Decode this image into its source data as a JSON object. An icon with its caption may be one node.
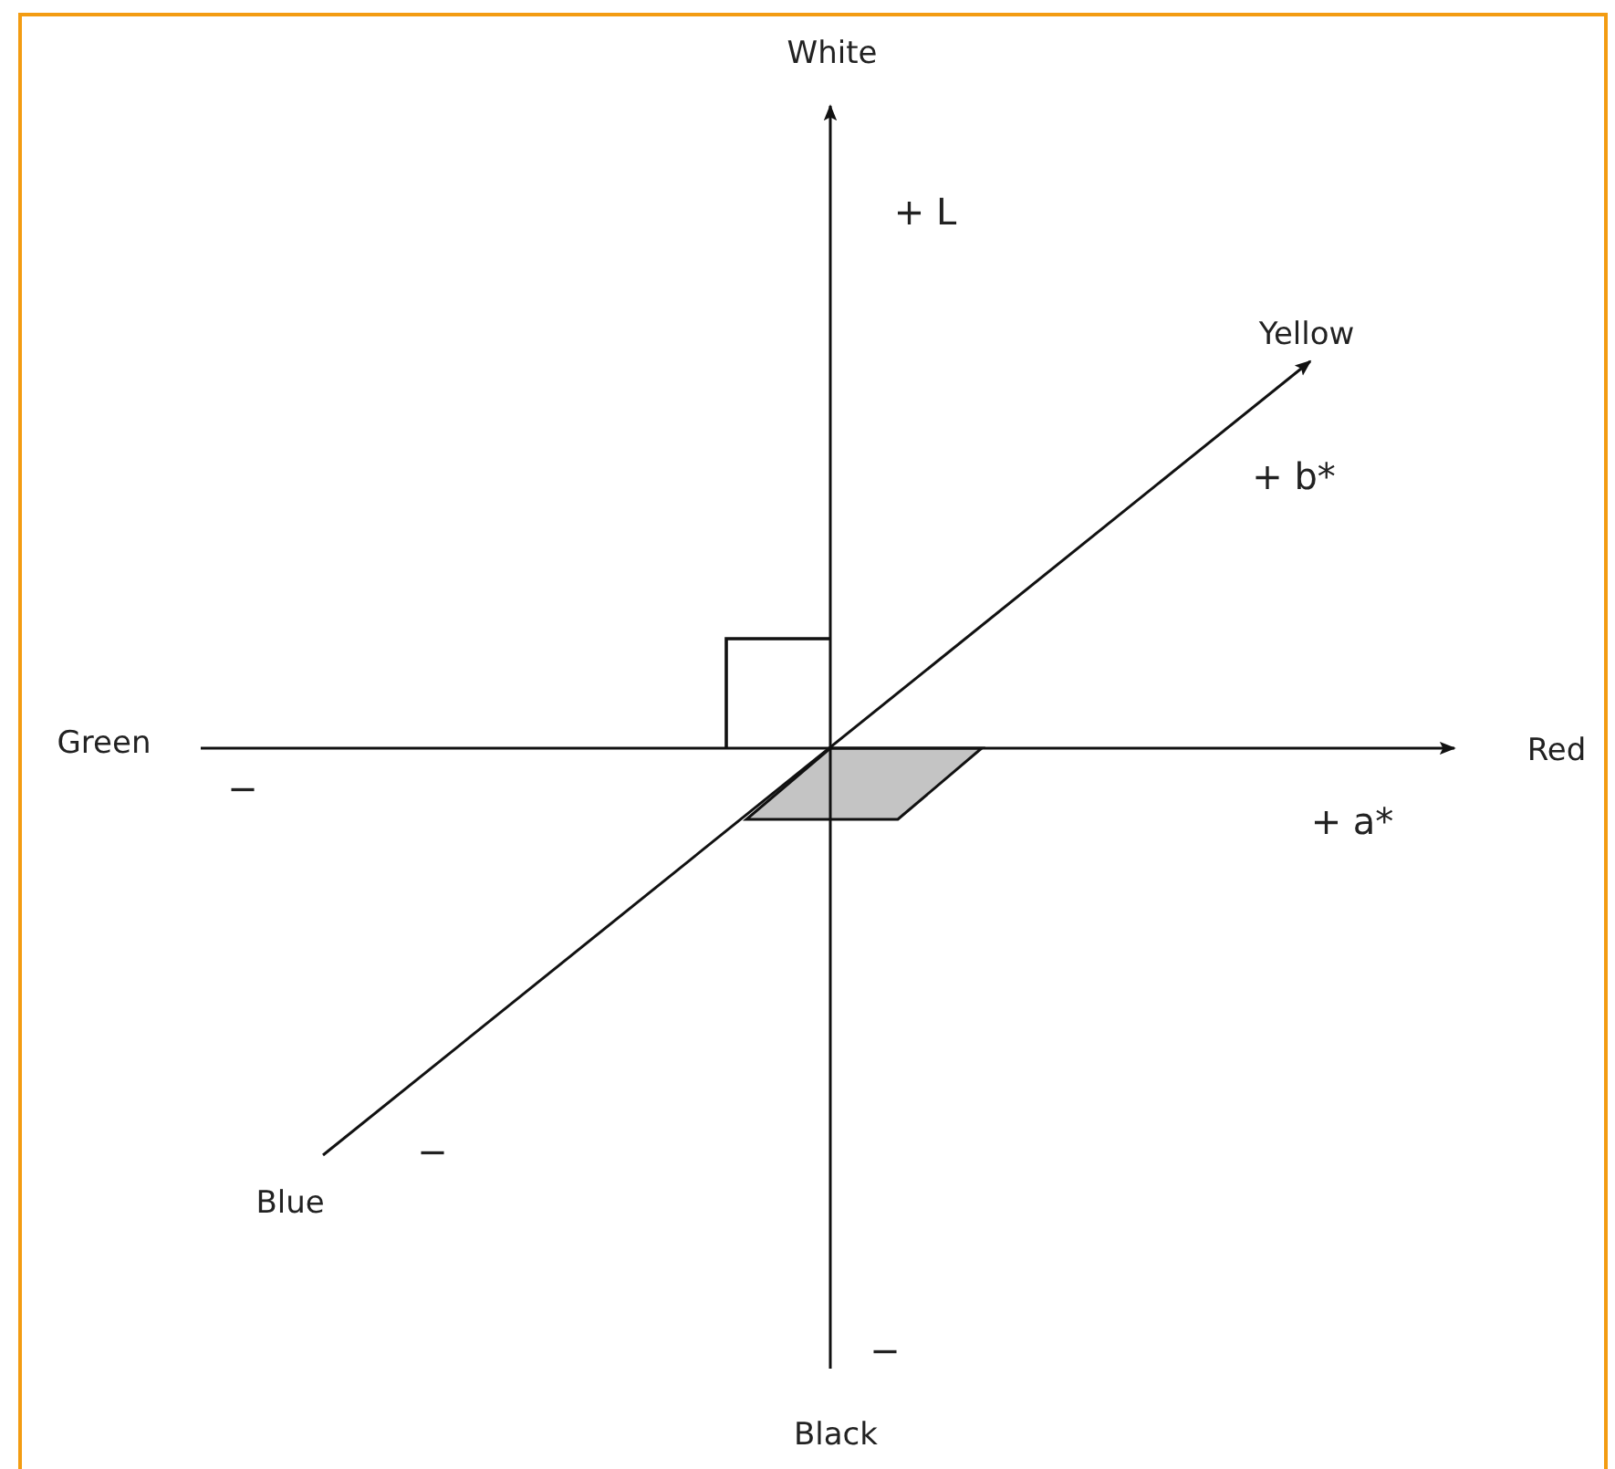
{
  "diagram": {
    "labels": [
      "White",
      "+ L",
      "Yellow",
      "+ b*",
      "Green",
      "Red",
      "−",
      "+ a*",
      "−",
      "Blue",
      "−",
      "Black"
    ]
  }
}
